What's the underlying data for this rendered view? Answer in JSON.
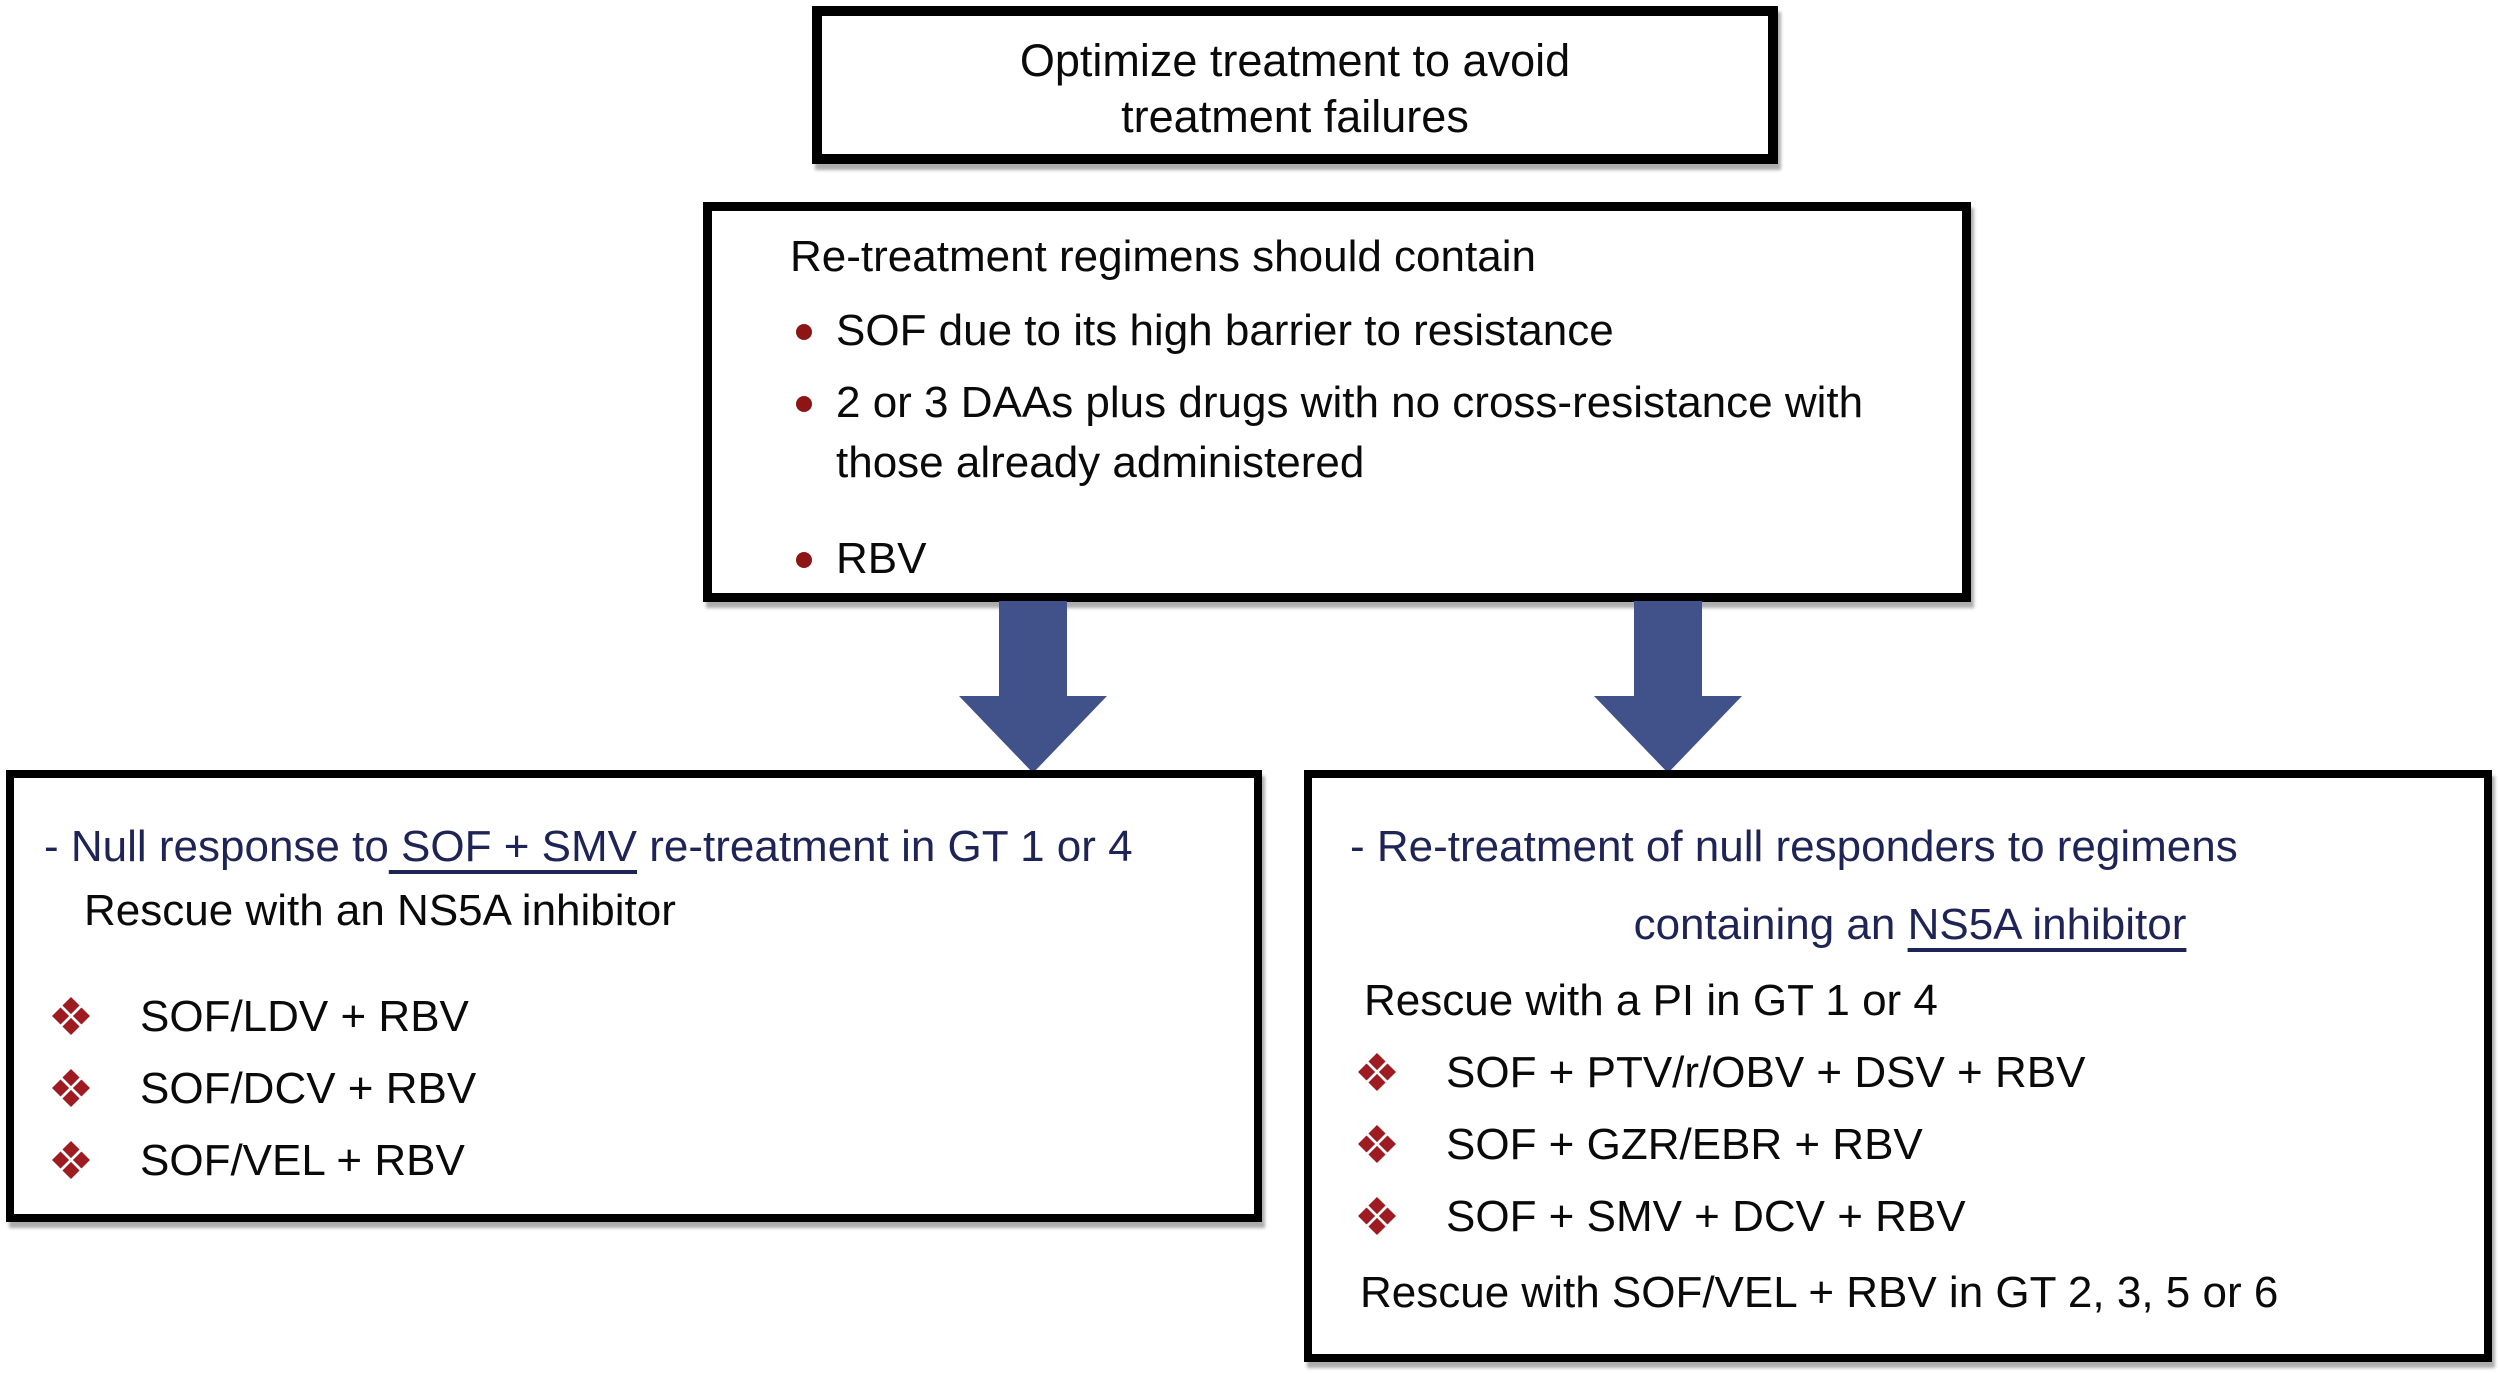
{
  "colors": {
    "background": "#FFFFFF",
    "border_black": "#000000",
    "arrow_blue": "#41528A",
    "navy_text": "#1F2456",
    "diamond_red": "#9E1B21",
    "bullet_red": "#8E1515"
  },
  "top_box": {
    "line1": "Optimize treatment to avoid",
    "line2": "treatment failures"
  },
  "criteria_box": {
    "header": "Re-treatment regimens should contain",
    "bullets": [
      "SOF due to its high barrier to resistance",
      "2 or 3 DAAs plus drugs with no cross-resistance with those already administered",
      "RBV"
    ]
  },
  "left_box": {
    "title_pre": "- Null response to",
    "title_underlined": " SOF + SMV",
    "title_post": " re-treatment in GT 1 or 4",
    "subtitle": "Rescue with an NS5A inhibitor",
    "items": [
      "SOF/LDV + RBV",
      "SOF/DCV + RBV",
      "SOF/VEL + RBV"
    ]
  },
  "right_box": {
    "title_line1": "- Re-treatment of null responders to regimens",
    "title_line2_pre": "containing an ",
    "title_line2_underlined": "NS5A inhibitor",
    "subtitle": "Rescue with a PI in GT 1 or 4",
    "items": [
      "SOF + PTV/r/OBV + DSV + RBV",
      "SOF + GZR/EBR + RBV",
      "SOF + SMV + DCV + RBV"
    ],
    "footer": "Rescue with SOF/VEL + RBV in GT 2, 3, 5 or 6"
  }
}
